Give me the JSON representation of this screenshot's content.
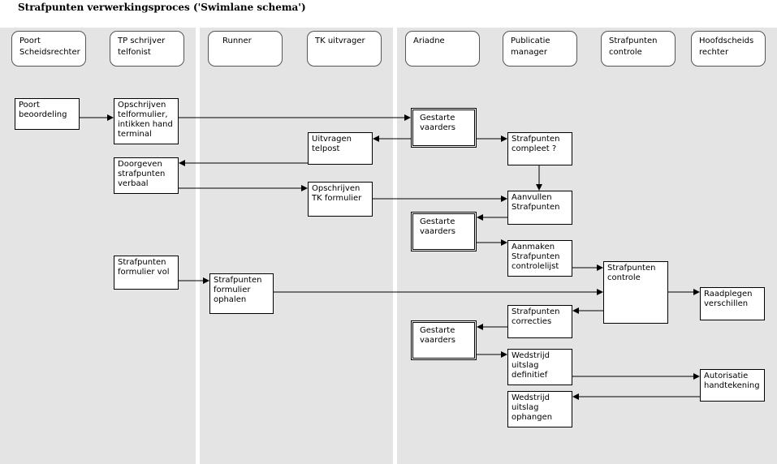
{
  "title": "Strafpunten verwerkingsproces ('Swimlane schema')",
  "lanes": [
    "Poort\nScheidsrechter",
    "TP schrijver\ntelfonist",
    "Runner",
    "TK uitvrager",
    "Ariadne",
    "Publicatie\nmanager",
    "Strafpunten\ncontrole",
    "Hoofdscheids\nrechter"
  ],
  "boxes": {
    "poort_beoordeling": "Poort\nbeoordeling",
    "opschrijven_telformulier": "Opschrijven\ntelformulier,\nintikken hand\nterminal",
    "gestarte_vaarders_1": "Gestarte\nvaarders",
    "uitvragen_telpost": "Uitvragen\ntelpost",
    "strafpunten_compleet": "Strafpunten\ncompleet ?",
    "doorgeven_strafpunten": "Doorgeven\nstrafpunten\nverbaal",
    "opschrijven_tk": "Opschrijven\nTK formulier",
    "aanvullen_strafpunten": "Aanvullen\nStrafpunten",
    "gestarte_vaarders_2": "Gestarte\nvaarders",
    "aanmaken_controlelijst": "Aanmaken\nStrafpunten\ncontrolelijst",
    "strafpunten_formulier_vol": "Strafpunten\nformulier vol",
    "strafpunten_controle": "Strafpunten\ncontrole",
    "strafpunten_formulier_ophalen": "Strafpunten\nformulier\nophalen",
    "raadplegen_verschillen": "Raadplegen\nverschillen",
    "strafpunten_correcties": "Strafpunten\ncorrecties",
    "gestarte_vaarders_3": "Gestarte\nvaarders",
    "wedstrijd_uitslag_definitief": "Wedstrijd\nuitslag\ndefinitief",
    "autorisatie_handtekening": "Autorisatie\nhandtekening",
    "wedstrijd_uitslag_ophangen": "Wedstrijd\nuitslag\nophangen"
  }
}
